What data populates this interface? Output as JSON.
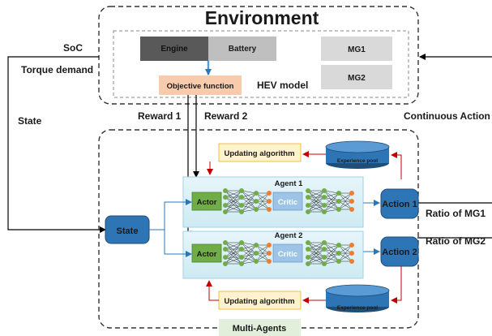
{
  "environment": {
    "title": "Environment",
    "hev_model_label": "HEV model",
    "engine_label": "Engine",
    "battery_label": "Battery",
    "mg1_label": "MG1",
    "mg2_label": "MG2",
    "objective_label": "Objective function"
  },
  "signals": {
    "soc": "SoC",
    "torque_demand": "Torque demand",
    "state": "State",
    "reward1": "Reward 1",
    "reward2": "Reward 2",
    "continuous_action": "Continuous Action",
    "ratio_mg1": "Ratio of MG1",
    "ratio_mg2": "Ratio of MG2"
  },
  "agents": {
    "state_box": "State",
    "agent1_title": "Agent 1",
    "agent2_title": "Agent 2",
    "actor_label": "Actor",
    "critic_label": "Critic",
    "action1": "Action 1",
    "action2": "Action 2",
    "updating_algorithm": "Updating algorithm",
    "experience_pool": "Experience pool",
    "multi_agents": "Multi-Agents"
  },
  "colors": {
    "engine": "#595959",
    "battery": "#bfbfbf",
    "motor": "#d9d9d9",
    "objective": "#f8cbad",
    "update_fill": "#fff2cc",
    "agent_panel": "#dff1f7",
    "actor": "#70ad47",
    "critic": "#9dc3e6",
    "action": "#2e75b6",
    "pool": "#2e75b6",
    "multi_agents": "#e2efda",
    "red_link": "#c00000",
    "blue_link": "#2e75b6"
  }
}
